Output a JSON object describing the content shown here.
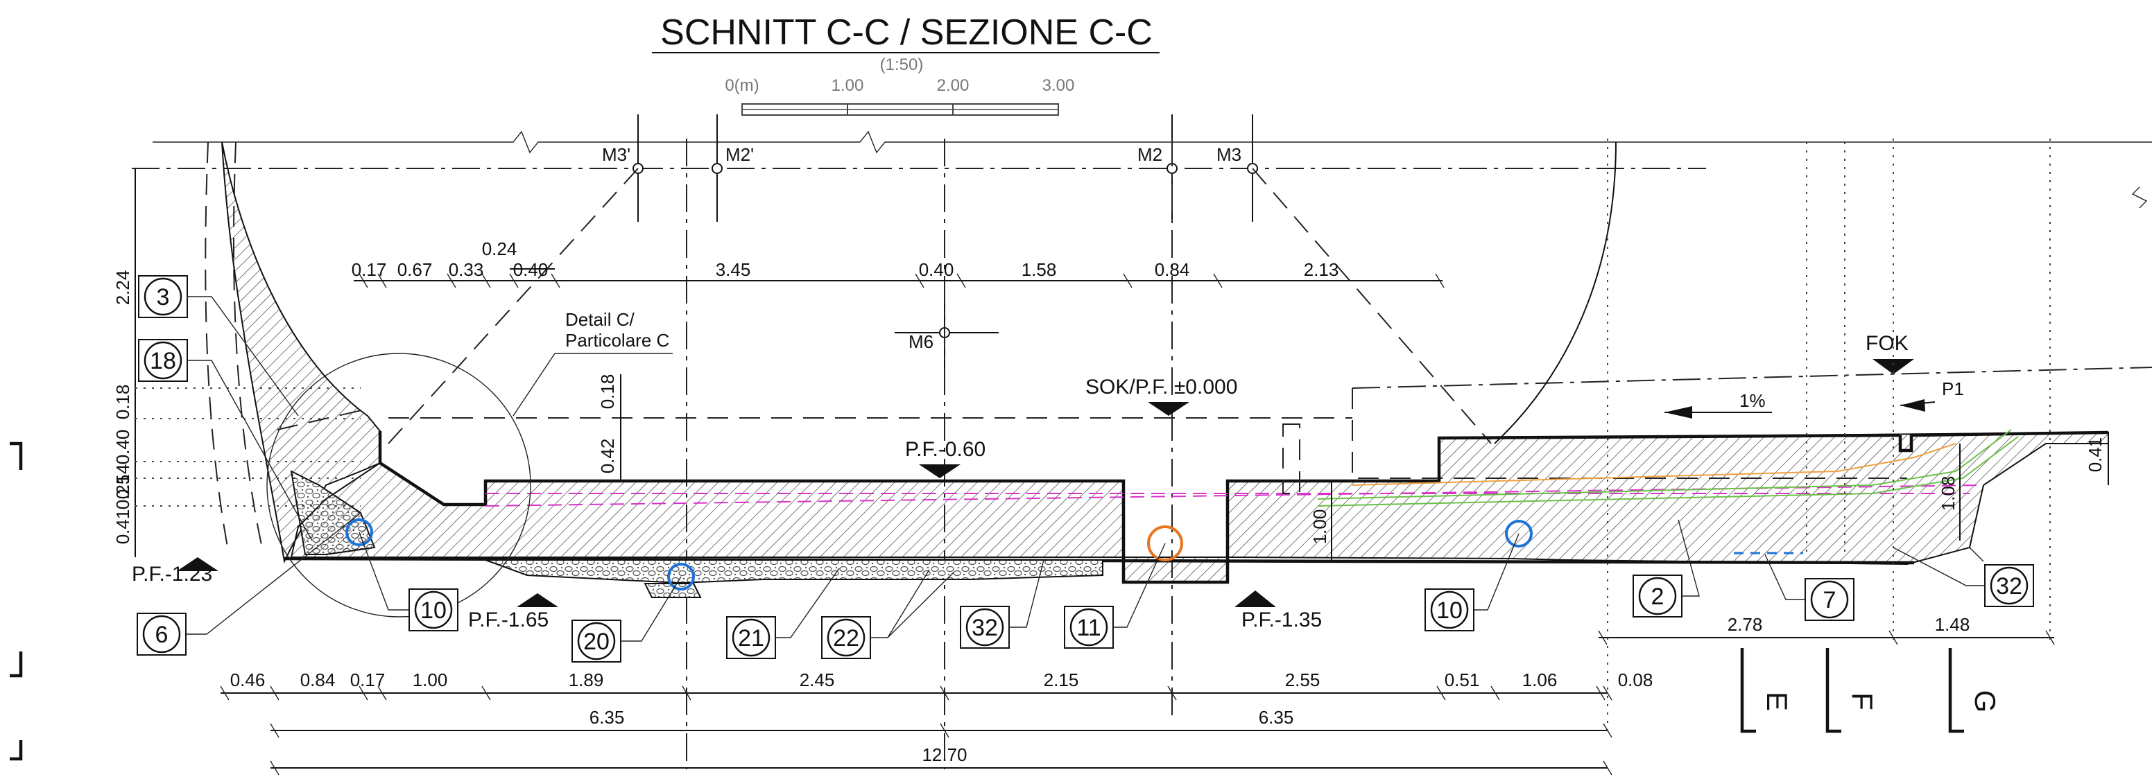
{
  "title": "SCHNITT C-C / SEZIONE C-C",
  "scale": {
    "ratio": "(1:50)",
    "ticks": [
      "0(m)",
      "1.00",
      "2.00",
      "3.00"
    ]
  },
  "axis_labels": [
    "M3'",
    "M2'",
    "M2",
    "M3",
    "M6"
  ],
  "detail_label": [
    "Detail C/",
    "Particolare C"
  ],
  "level_labels": {
    "sok": "SOK/P.F. ±0.000",
    "pf_060": "P.F.-0.60",
    "pf_123": "P.F.-1.23",
    "pf_165": "P.F.-1.65",
    "pf_135": "P.F.-1.35",
    "fok": "FOK",
    "slope": "1%",
    "p1": "P1"
  },
  "dims_top": [
    "0.24",
    "0.17",
    "0.67",
    "0.33",
    "0.40",
    "3.45",
    "0.40",
    "1.58",
    "0.84",
    "2.13"
  ],
  "dims_left": [
    "2.24",
    "0.18",
    "0.40",
    "0.14",
    "0.25",
    "0.41"
  ],
  "dims_vertical": [
    "0.18",
    "0.42",
    "1.00",
    "1.08",
    "0.41"
  ],
  "dims_bottom_row1": [
    "0.46",
    "0.84",
    "0.17",
    "1.00",
    "1.89",
    "2.45",
    "2.15",
    "2.55",
    "0.51",
    "1.06",
    "0.08"
  ],
  "dims_bottom_row2": [
    "6.35",
    "6.35"
  ],
  "dims_bottom_total": "12.70",
  "dims_right": [
    "2.78",
    "1.48"
  ],
  "bubbles_circle": [
    "3",
    "18",
    "6",
    "10",
    "20",
    "21",
    "22",
    "32",
    "11",
    "10",
    "2",
    "7",
    "32"
  ],
  "section_marks": [
    "E",
    "F",
    "G"
  ],
  "colors": {
    "line": "#111111",
    "drain_blue": "#1e73d8",
    "drain_orange": "#e8761e",
    "magenta": "#d633c8",
    "green": "#6cc04a",
    "orange": "#f0a040"
  }
}
